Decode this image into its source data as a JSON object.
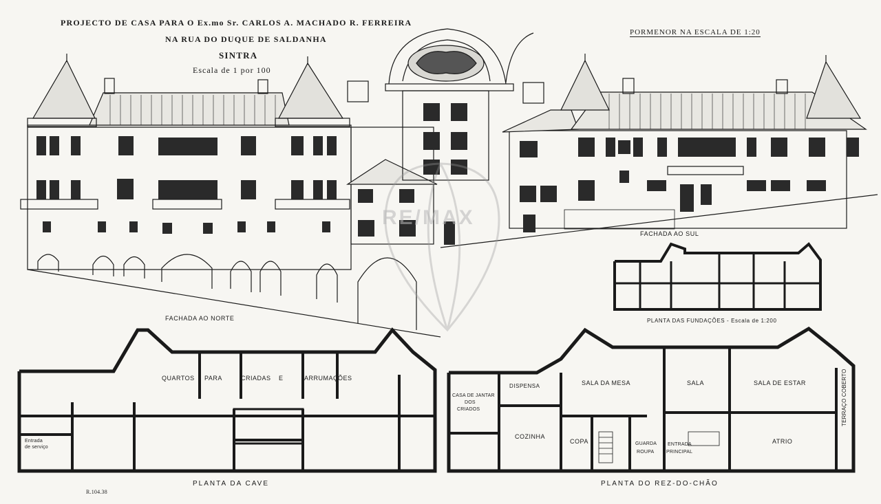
{
  "title": {
    "line1": "PROJECTO DE CASA PARA O Ex.mo Sr. CARLOS A. MACHADO R. FERREIRA",
    "line2": "NA RUA DO DUQUE DE SALDANHA",
    "line3": "SINTRA",
    "scale": "Escala de 1 por 100"
  },
  "detail_scale": "PORMENOR NA ESCALA DE 1:20",
  "views": {
    "north_facade": "FACHADA AO NORTE",
    "south_facade": "FACHADA AO SUL",
    "foundations": "PLANTA DAS FUNDAÇÕES - Escala de 1:200",
    "cellar": "PLANTA DA CAVE",
    "ground_floor": "PLANTA DO REZ-DO-CHÃO"
  },
  "cellar_rooms": {
    "quartos": "QUARTOS",
    "para": "PARA",
    "criadas": "CRIADAS",
    "e": "E",
    "arrumacoes": "ARRUMAÇÕES",
    "entrada": "Entrada",
    "servico": "de serviço"
  },
  "ground_rooms": {
    "casa_jantar_1": "CASA DE JANTAR",
    "casa_jantar_2": "DOS",
    "casa_jantar_3": "CRIADOS",
    "dispensa": "DISPENSA",
    "sala_mesa": "SALA DA MESA",
    "sala": "SALA",
    "sala_estar": "SALA DE ESTAR",
    "terraco": "TERRAÇO COBERTO",
    "cozinha": "COZINHA",
    "copa": "COPA",
    "guarda_roupa_1": "GUARDA",
    "guarda_roupa_2": "ROUPA",
    "entrada_1": "ENTRADA",
    "entrada_2": "PRINCIPAL",
    "atrio": "ATRIO"
  },
  "signature": "R.104.38",
  "watermark": "RE/MAX",
  "colors": {
    "ink": "#1a1a1a",
    "paper": "#f7f6f2",
    "watermark": "#b8b8b8"
  }
}
